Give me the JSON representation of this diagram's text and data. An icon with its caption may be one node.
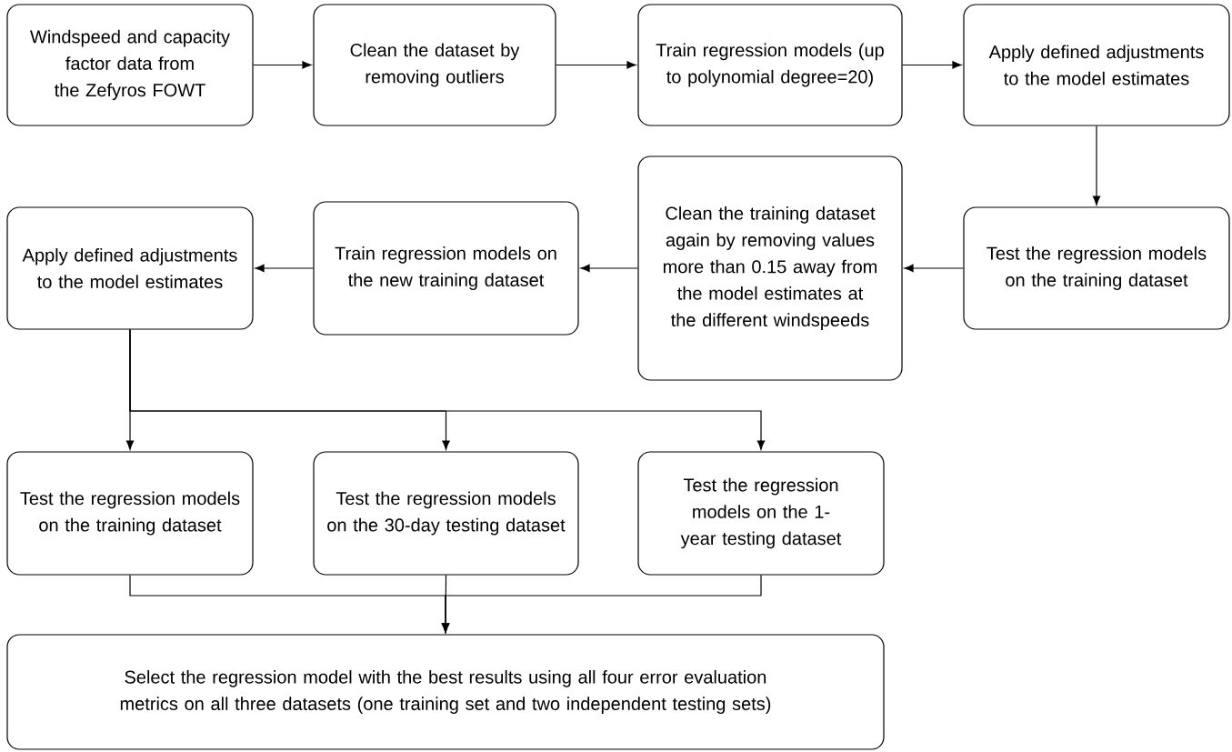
{
  "diagram": {
    "nodes": [
      {
        "text": [
          "Windspeed and capacity factor data from the Zefyros FOWT"
        ]
      },
      {
        "text": [
          "Clean the dataset by removing outliers"
        ]
      },
      {
        "text": [
          "Train regression models (up to polynomial degree=20)"
        ]
      },
      {
        "text": [
          "Apply defined adjustments to the model estimates"
        ]
      },
      {
        "text": [
          "Test the regression models on the training dataset"
        ]
      },
      {
        "text": [
          "Clean the training dataset again by removing values more than 0.15 away from the model estimates at the different windspeeds"
        ]
      },
      {
        "text": [
          "Train regression models on the new training dataset"
        ]
      },
      {
        "text": [
          "Apply defined adjustments to the model estimates"
        ]
      },
      {
        "text": [
          "Test the regression models on the training dataset"
        ]
      },
      {
        "text": [
          "Test the regression models on the 30-day testing dataset"
        ]
      },
      {
        "text": [
          "Test the regression models on the 1-year testing dataset"
        ]
      },
      {
        "text": [
          "Select the regression model with the best results using all four error evaluation metrics on all three datasets (one training set and two independent testing sets)"
        ]
      }
    ],
    "edges": [
      {
        "from": 0,
        "to": 1,
        "arrow": "to"
      },
      {
        "from": 1,
        "to": 2,
        "arrow": "to"
      },
      {
        "from": 2,
        "to": 3,
        "arrow": "to"
      },
      {
        "from": 3,
        "to": 4,
        "arrow": "to"
      },
      {
        "from": 4,
        "to": 5,
        "arrow": "to"
      },
      {
        "from": 5,
        "to": 6,
        "arrow": "to"
      },
      {
        "from": 6,
        "to": 7,
        "arrow": "to"
      },
      {
        "from": 7,
        "to": 8,
        "arrow": "to"
      },
      {
        "from": 7,
        "to": 9,
        "arrow": "to"
      },
      {
        "from": 7,
        "to": 10,
        "arrow": "to"
      },
      {
        "from": 8,
        "to": 11,
        "arrow": "to"
      },
      {
        "from": 9,
        "to": 11,
        "arrow": "to"
      },
      {
        "from": 10,
        "to": 11,
        "arrow": "to"
      }
    ]
  }
}
